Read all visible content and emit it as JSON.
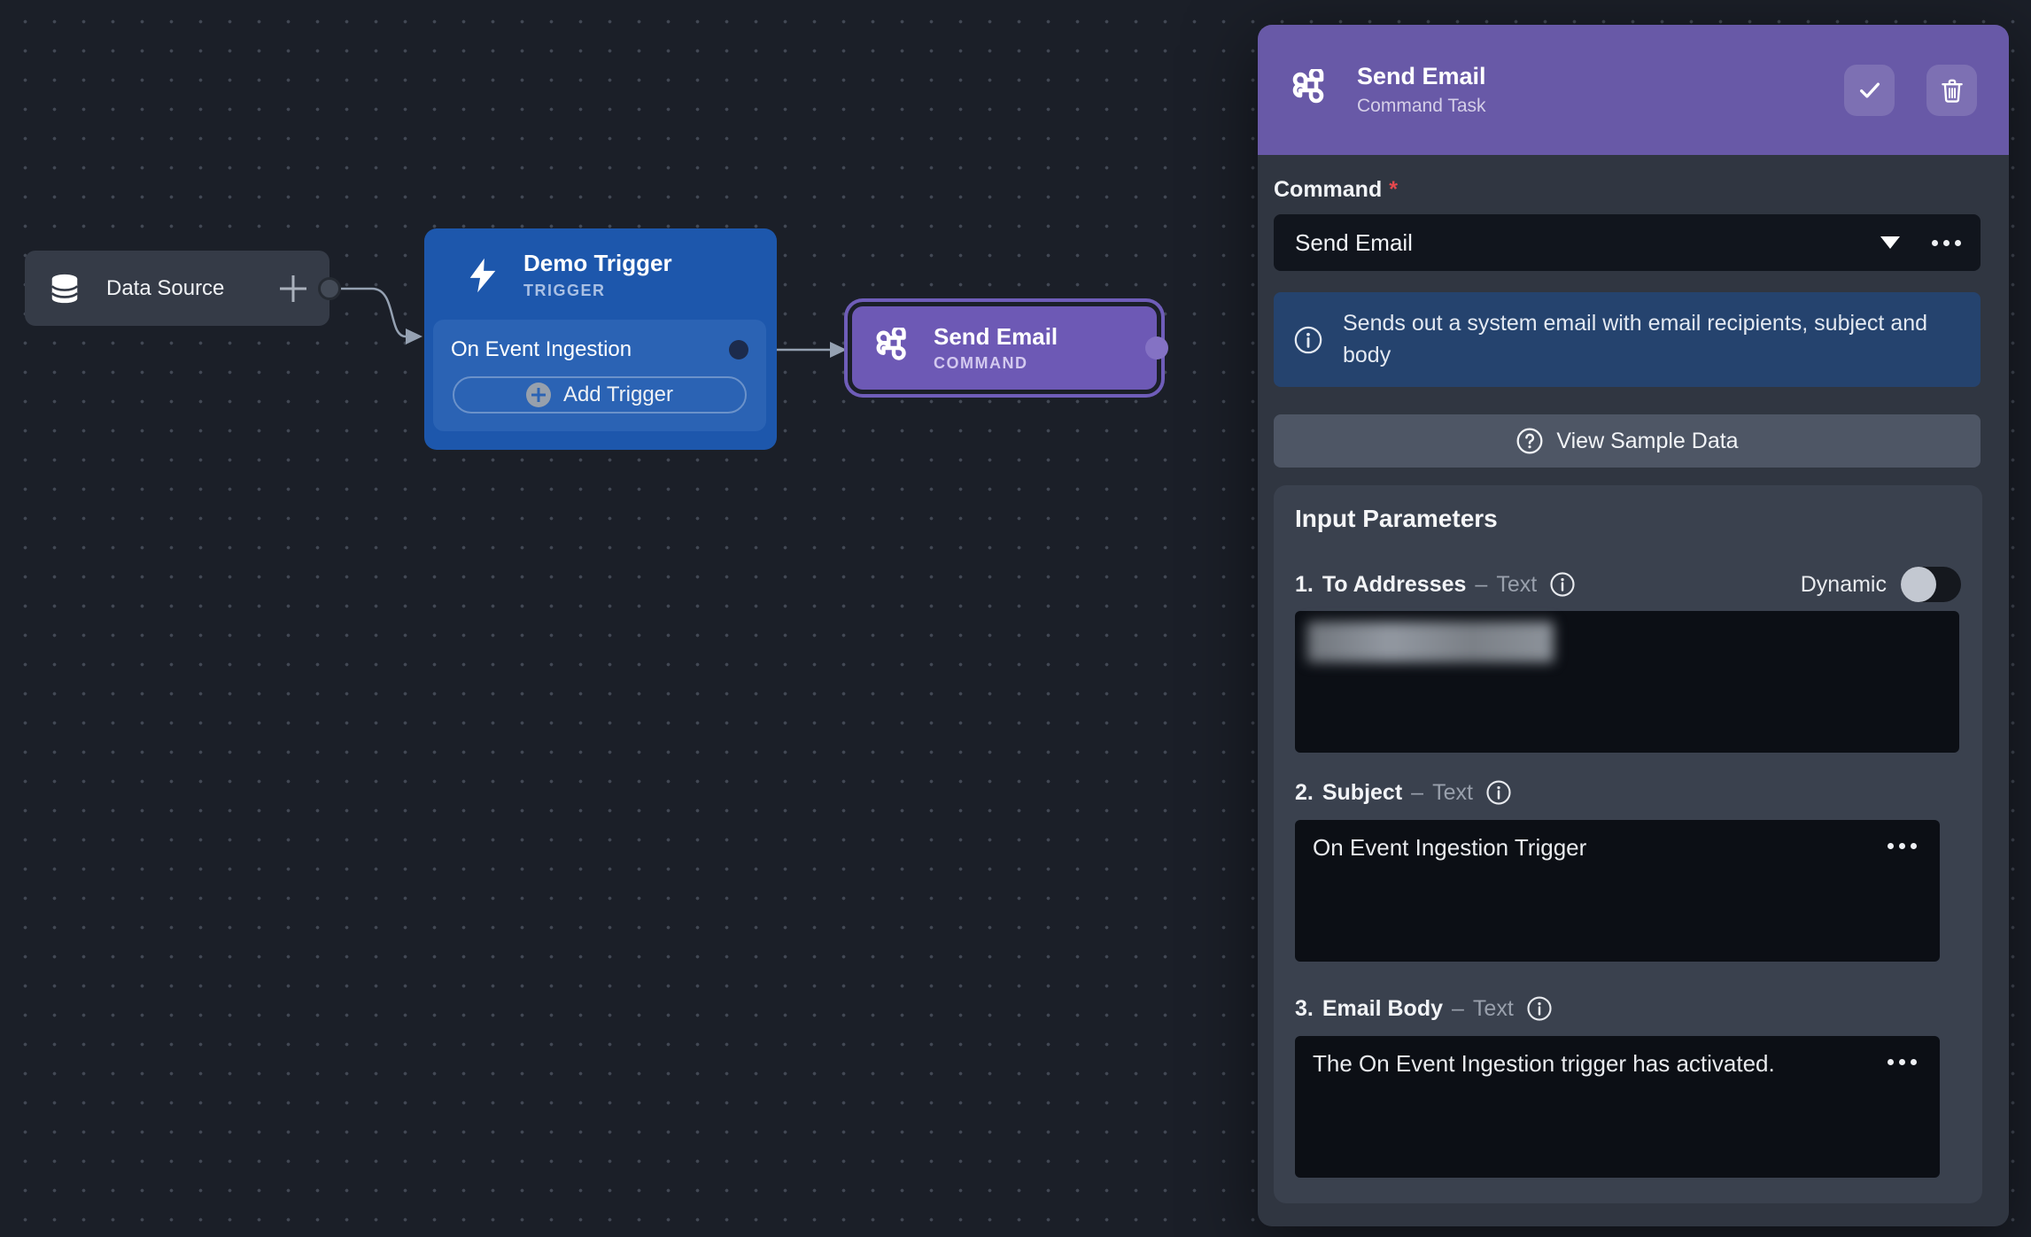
{
  "canvas": {
    "data_source_node": {
      "label": "Data Source"
    },
    "trigger_node": {
      "title": "Demo Trigger",
      "badge": "TRIGGER",
      "event": "On Event Ingestion",
      "add_trigger": "Add Trigger"
    },
    "command_node": {
      "title": "Send Email",
      "badge": "COMMAND"
    }
  },
  "panel": {
    "header": {
      "title": "Send Email",
      "subtitle": "Command Task"
    },
    "command_field": {
      "label": "Command",
      "required": "*",
      "selected": "Send Email"
    },
    "info_banner": {
      "text": "Sends out a system email with email recipients, subject and body"
    },
    "sample_data_button": {
      "label": "View Sample Data"
    },
    "input_parameters": {
      "heading": "Input Parameters",
      "params": [
        {
          "index": "1.",
          "name": "To Addresses",
          "sep": "–",
          "type": "Text",
          "dynamic_label": "Dynamic",
          "dynamic_on": false,
          "value": "",
          "redacted": true
        },
        {
          "index": "2.",
          "name": "Subject",
          "sep": "–",
          "type": "Text",
          "value": "On Event Ingestion Trigger"
        },
        {
          "index": "3.",
          "name": "Email Body",
          "sep": "–",
          "type": "Text",
          "value": "The On Event Ingestion trigger has activated."
        }
      ]
    }
  },
  "icons": {
    "database": "database-icon",
    "bolt": "lightning-bolt-icon",
    "command": "command-key-icon",
    "check": "check-icon",
    "trash": "trash-icon",
    "info": "info-circle-icon",
    "help": "question-circle-icon",
    "more": "more-options-icon",
    "caret": "dropdown-caret-icon",
    "plus": "plus-icon"
  },
  "colors": {
    "canvas_bg": "#1b1f28",
    "accent_purple": "#6859a7",
    "node_blue": "#1d57ac",
    "node_purple": "#6d59b5",
    "node_gray": "#353b47",
    "info_blue": "#25436e",
    "required_red": "#e5484d",
    "input_bg": "#0c0f15"
  }
}
